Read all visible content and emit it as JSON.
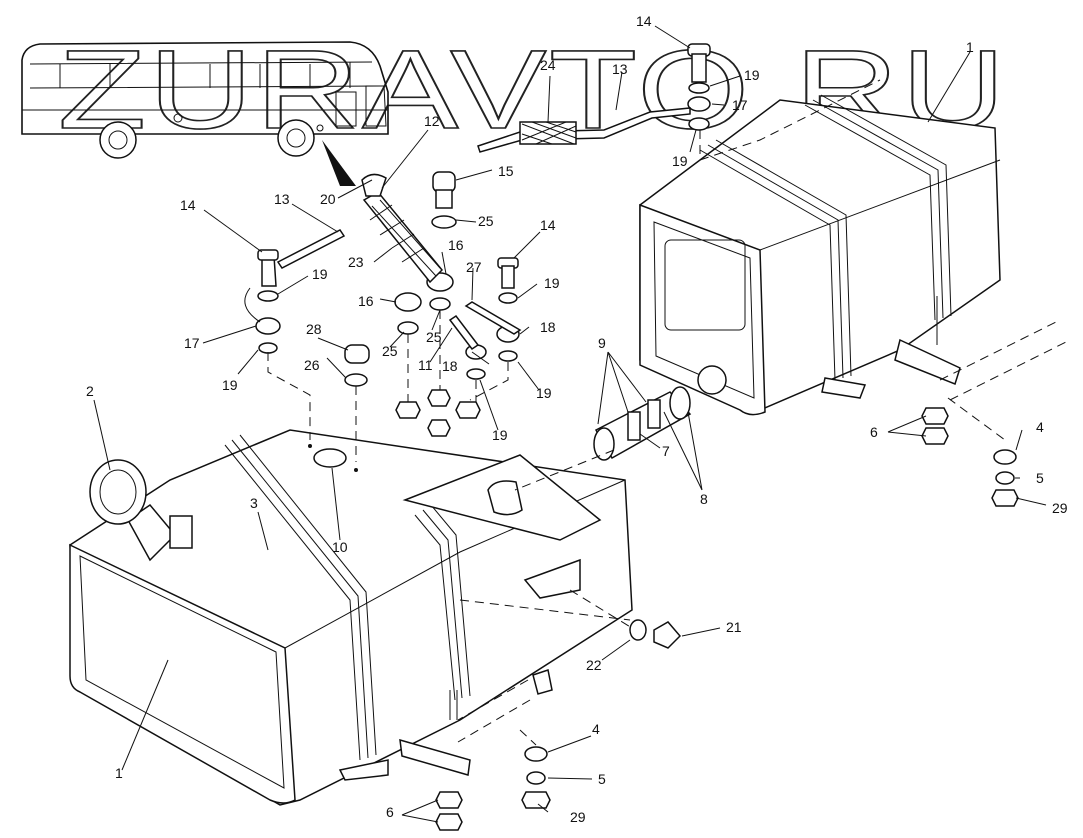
{
  "watermark": "ZURAVTO.RU",
  "callouts": {
    "c1_front": "1",
    "c1_right": "1",
    "c2": "2",
    "c3": "3",
    "c4_bottom": "4",
    "c4_right": "4",
    "c5_bottom": "5",
    "c5_right": "5",
    "c6_bottom": "6",
    "c6_right": "6",
    "c7": "7",
    "c8": "8",
    "c9": "9",
    "c10": "10",
    "c11": "11",
    "c12": "12",
    "c13_left": "13",
    "c13_top": "13",
    "c14_left": "14",
    "c14_mid": "14",
    "c14_top": "14",
    "c15": "15",
    "c16_left": "16",
    "c16_right": "16",
    "c17_left": "17",
    "c17_top": "17",
    "c18_a": "18",
    "c18_b": "18",
    "c19_left": "19",
    "c19_mid_a": "19",
    "c19_mid_b": "19",
    "c19_mid_c": "19",
    "c19_top_a": "19",
    "c19_top_b": "19",
    "c20": "20",
    "c21": "21",
    "c22": "22",
    "c23": "23",
    "c24": "24",
    "c25_a": "25",
    "c25_b": "25",
    "c25_c": "25",
    "c26": "26",
    "c27": "27",
    "c28": "28",
    "c29_bottom": "29",
    "c29_right": "29"
  }
}
